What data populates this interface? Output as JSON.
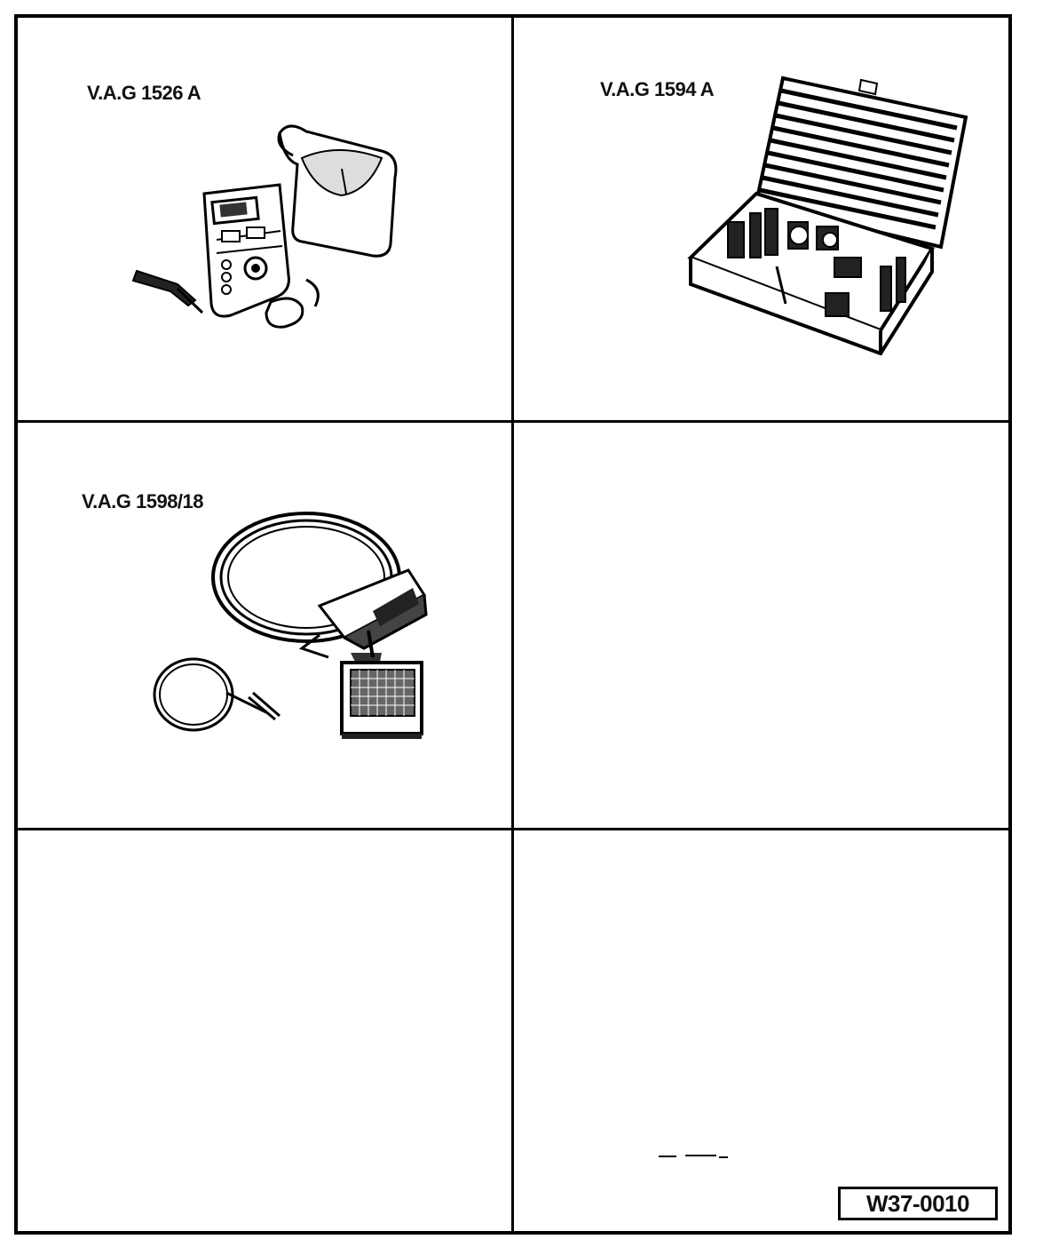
{
  "cells": [
    {
      "label": "V.A.G 1526 A",
      "illustration": "multimeter-with-case"
    },
    {
      "label": "V.A.G 1594 A",
      "illustration": "adapter-set-case"
    },
    {
      "label": "V.A.G 1598/18",
      "illustration": "test-box-with-cables"
    },
    {
      "label": ""
    },
    {
      "label": ""
    },
    {
      "label": ""
    }
  ],
  "reference": "W37-0010",
  "colors": {
    "ink": "#000000",
    "paper": "#ffffff"
  }
}
